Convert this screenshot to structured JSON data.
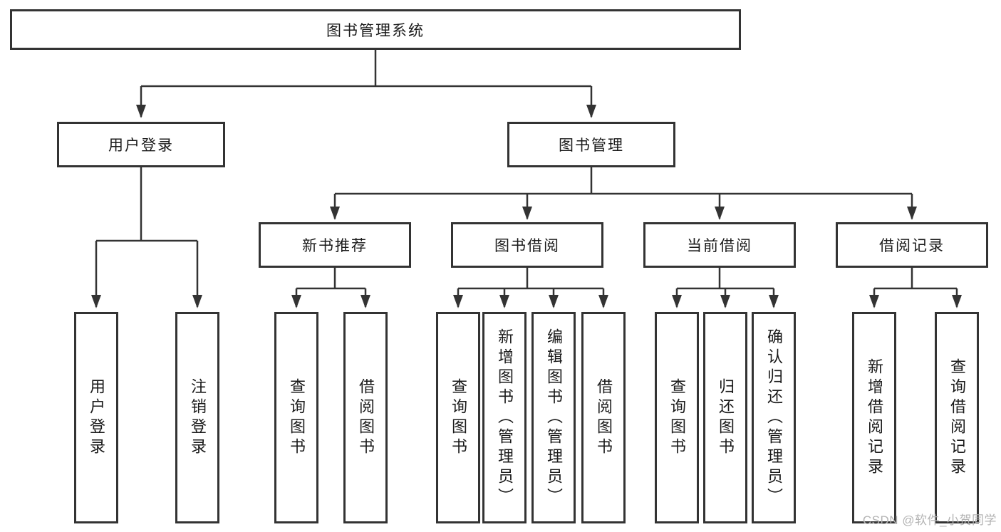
{
  "diagram": {
    "root": {
      "label": "图书管理系统"
    },
    "branches": [
      {
        "label": "用户登录",
        "children": [
          {
            "label": "用户登录"
          },
          {
            "label": "注销登录"
          }
        ]
      },
      {
        "label": "图书管理",
        "children": [
          {
            "label": "新书推荐",
            "children": [
              {
                "label": "查询图书"
              },
              {
                "label": "借阅图书"
              }
            ]
          },
          {
            "label": "图书借阅",
            "children": [
              {
                "label": "查询图书"
              },
              {
                "label": "新增图书（管理员）"
              },
              {
                "label": "编辑图书（管理员）"
              },
              {
                "label": "借阅图书"
              }
            ]
          },
          {
            "label": "当前借阅",
            "children": [
              {
                "label": "查询图书"
              },
              {
                "label": "归还图书"
              },
              {
                "label": "确认归还（管理员）"
              }
            ]
          },
          {
            "label": "借阅记录",
            "children": [
              {
                "label": "新增借阅记录"
              },
              {
                "label": "查询借阅记录"
              }
            ]
          }
        ]
      }
    ]
  },
  "watermark": {
    "text": "CSDN @软件_小贺同学"
  },
  "colors": {
    "line": "#333333",
    "box_border": "#333333",
    "background": "#ffffff",
    "text": "#1a1a1a",
    "watermark": "#b3b3b3"
  }
}
